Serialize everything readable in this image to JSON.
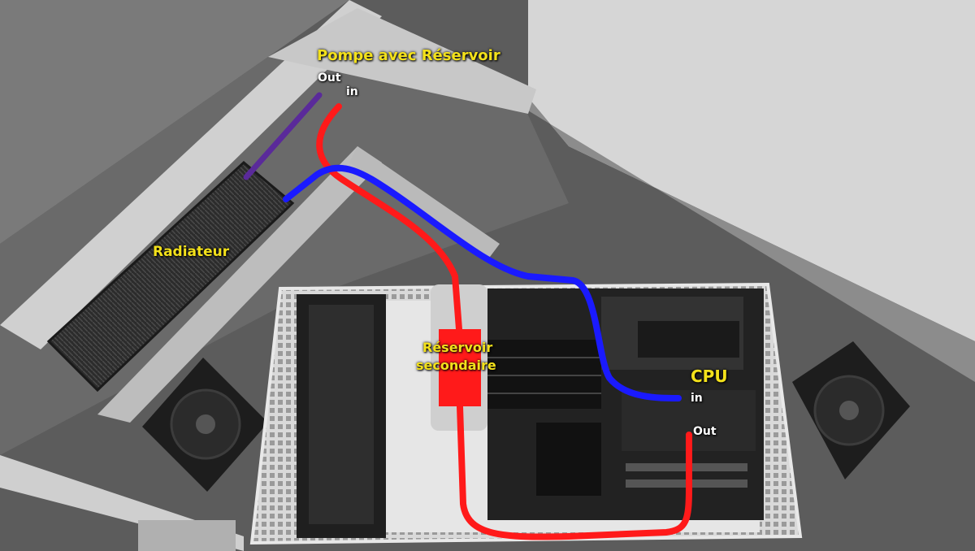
{
  "labels": {
    "pump": "Pompe avec Réservoir",
    "pump_out": "Out",
    "pump_in": "in",
    "radiator": "Radiateur",
    "secondary_reservoir_line1": "Réservoir",
    "secondary_reservoir_line2": "secondaire",
    "cpu": "CPU",
    "cpu_in": "in",
    "cpu_out": "Out"
  },
  "colors": {
    "hot_line": "#ff1a1a",
    "cold_line": "#1a1aff",
    "out_line": "#5a2a9a",
    "label_accent": "#f3e11b"
  }
}
